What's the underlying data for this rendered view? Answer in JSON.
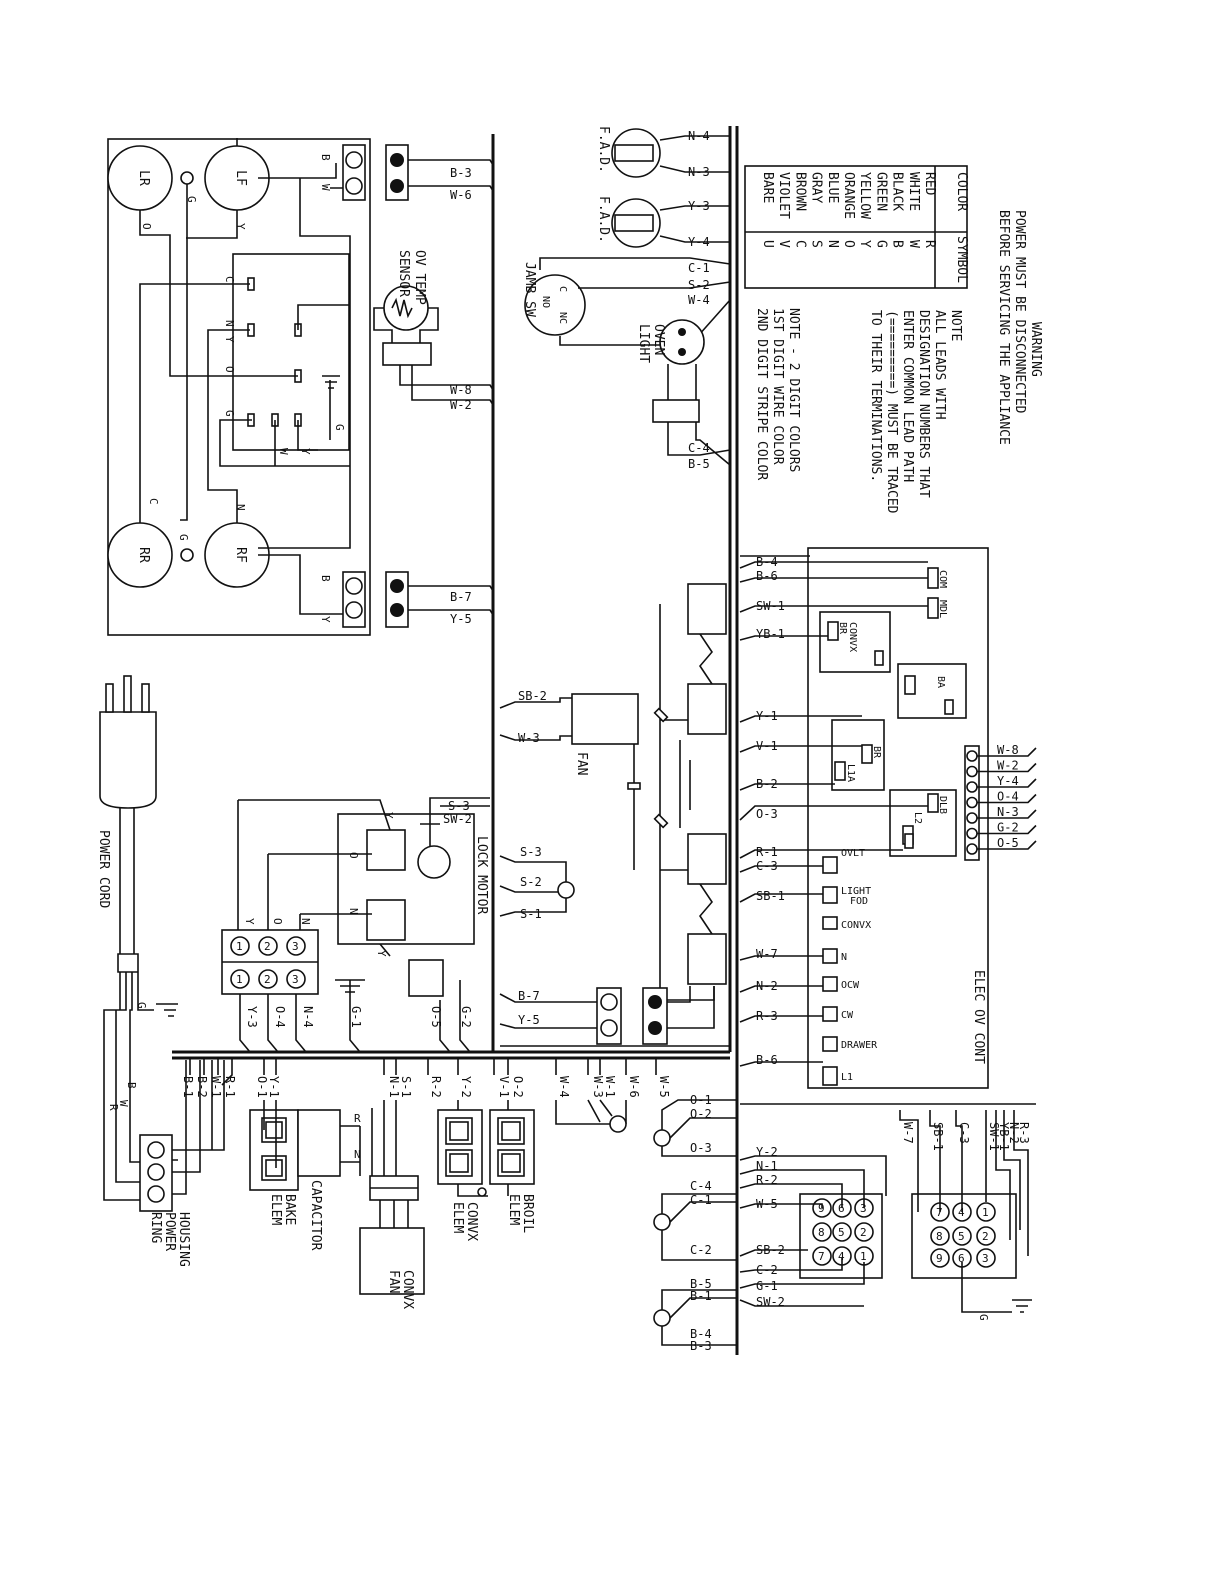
{
  "warning": [
    "WARNING",
    "POWER MUST BE DISCONNECTED",
    "BEFORE SERVICING THE APPLIANCE"
  ],
  "note1": [
    "NOTE",
    "ALL LEADS WITH",
    "DESIGNATION NUMBERS THAT",
    "ENTER COMMON LEAD PATH",
    "(=========) MUST BE TRACED",
    "TO THEIR TERMINATIONS."
  ],
  "note2": [
    "NOTE - 2 DIGIT COLORS",
    "1ST DIGIT WIRE COLOR",
    "2ND DIGIT STRIPE COLOR"
  ],
  "color_table": {
    "header": [
      "COLOR",
      "SYMBOL"
    ],
    "rows": [
      [
        "RED",
        "R"
      ],
      [
        "WHITE",
        "W"
      ],
      [
        "BLACK",
        "B"
      ],
      [
        "GREEN",
        "G"
      ],
      [
        "YELLOW",
        "Y"
      ],
      [
        "ORANGE",
        "O"
      ],
      [
        "BLUE",
        "N"
      ],
      [
        "GRAY",
        "S"
      ],
      [
        "BROWN",
        "C"
      ],
      [
        "VIOLET",
        "V"
      ],
      [
        "BARE",
        "U"
      ]
    ]
  },
  "elements": {
    "lr": "LR",
    "lf": "LF",
    "rr": "RR",
    "rf": "RF"
  },
  "labels": {
    "ov_temp_sensor": [
      "OV TEMP",
      "SENSOR"
    ],
    "jamb_sw": "JAMB SW",
    "fad": "F.A.D.",
    "oven_light": [
      "OVEN",
      "LIGHT"
    ],
    "fan": "FAN",
    "lock_motor": "LOCK MOTOR",
    "power_cord": "POWER CORD",
    "housing_power_ring": [
      "HOUSING",
      "POWER",
      "RING"
    ],
    "bake_elem": [
      "BAKE",
      "ELEM"
    ],
    "capacitor": "CAPACITOR",
    "convx_fan": [
      "CONVX",
      "FAN"
    ],
    "convx_elem": [
      "CONVX",
      "ELEM"
    ],
    "broil_elem": [
      "BROIL",
      "ELEM"
    ],
    "elec_ov_cont": "ELEC OV CONT"
  },
  "switch_pins": {
    "c": "C",
    "no": "NO",
    "nc": "NC"
  },
  "controller_terms": [
    "COM",
    "MDL",
    "CONVX",
    "BR",
    "BA",
    "BR",
    "L1A",
    "DLB",
    "L2",
    "OVLT",
    "LIGHT",
    "FOD",
    "CONVX",
    "N",
    "OCW",
    "CW",
    "DRAWER",
    "L1"
  ],
  "ctrl_wires": [
    "B-4",
    "B-6",
    "SW-1",
    "YB-1",
    "Y-1",
    "V-1",
    "B-2",
    "O-3",
    "R-1",
    "C-3",
    "SB-1",
    "W-7",
    "N-2",
    "R-3",
    "B-6"
  ],
  "strip_wires": [
    "W-8",
    "W-2",
    "Y-4",
    "O-4",
    "N-3",
    "G-2",
    "O-5"
  ],
  "top_wires": {
    "b3": "B-3",
    "w6": "W-6",
    "w8": "W-8",
    "w2": "W-2",
    "b7": "B-7",
    "y5": "Y-5",
    "n4": "N-4",
    "n3": "N-3",
    "y3": "Y-3",
    "y4": "Y-4",
    "c1": "C-1",
    "s2": "S-2",
    "w4": "W-4",
    "c4": "C-4",
    "b5": "B-5",
    "sb2": "SB-2",
    "w3": "W-3",
    "s3": "S-3",
    "s1": "S-1",
    "sw2": "SW-2",
    "b7b": "B-7",
    "y5b": "Y-5"
  },
  "bus_drops": [
    "R-1",
    "W-1",
    "B-2",
    "B-1",
    "Y-1",
    "O-1",
    "S-1",
    "N-1",
    "R-2",
    "Y-2",
    "O-2",
    "V-1",
    "W-4",
    "W-1",
    "W-3",
    "W-6",
    "W-5"
  ],
  "bottom_mid": [
    "O-1",
    "O-2",
    "O-3",
    "C-4",
    "C-1",
    "C-2",
    "B-5",
    "B-1",
    "B-4",
    "B-3"
  ],
  "bottom_right": [
    "Y-2",
    "N-1",
    "R-2",
    "W-5",
    "SB-2",
    "C-2",
    "G-1",
    "SW-2"
  ],
  "bottom_far": [
    "W-7",
    "SB-1",
    "C-3",
    "SW-1",
    "YB-1",
    "N-2",
    "R-3"
  ],
  "lock_block": {
    "top": [
      "1",
      "2",
      "3"
    ],
    "bot": [
      "1",
      "2",
      "3"
    ],
    "wires": [
      "Y-3",
      "O-4",
      "N-4",
      "G-1",
      "O-5",
      "G-2"
    ],
    "leads": [
      "Y",
      "O",
      "N"
    ]
  },
  "conn9a": [
    "3",
    "2",
    "1",
    "6",
    "5",
    "4",
    "9",
    "8",
    "7"
  ],
  "conn9b": [
    "1",
    "2",
    "3",
    "4",
    "5",
    "6",
    "7",
    "8",
    "9"
  ],
  "small_letters": {
    "b": "B",
    "w": "W",
    "y": "Y",
    "o": "O",
    "g": "G",
    "c": "C",
    "n": "N",
    "r": "R",
    "one": "1",
    "two": "2"
  }
}
